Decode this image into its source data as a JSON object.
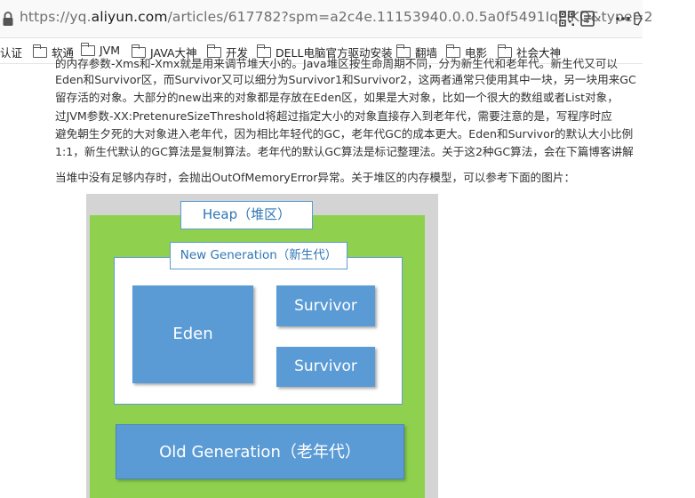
{
  "browser": {
    "url_prefix": "https://yq.",
    "url_domain": "aliyun.com",
    "url_rest": "/articles/617782?spm=a2c4e.11153940.0.0.5a0f5491IqPiKQ&type=2"
  },
  "bookmarks": [
    {
      "label": "认证",
      "folder": false
    },
    {
      "label": "软通",
      "folder": true
    },
    {
      "label": "JVM",
      "folder": true
    },
    {
      "label": "JAVA大神",
      "folder": true
    },
    {
      "label": "开发",
      "folder": true
    },
    {
      "label": "DELL电脑官方驱动安装",
      "folder": true
    },
    {
      "label": "翻墙",
      "folder": true
    },
    {
      "label": "电影",
      "folder": true
    },
    {
      "label": "社会大神",
      "folder": true
    }
  ],
  "article": {
    "lines": [
      "的内存参数-Xms和-Xmx就是用来调节堆大小的。Java堆区按生命周期不同，分为新生代和老年代。新生代又可以",
      "Eden和Survivor区，而Survivor又可以细分为Survivor1和Survivor2，这两者通常只使用其中一块，另一块用来GC",
      "留存活的对象。大部分的new出来的对象都是存放在Eden区，如果是大对象，比如一个很大的数组或者List对象，",
      "过JVM参数-XX:PretenureSizeThreshold将超过指定大小的对象直接存入到老年代，需要注意的是，写程序时应",
      "避免朝生夕死的大对象进入老年代，因为相比年轻代的GC，老年代GC的成本更大。Eden和Survivor的默认大小比例",
      "1:1，新生代默认的GC算法是复制算法。老年代的默认GC算法是标记整理法。关于这2种GC算法，会在下篇博客讲解",
      "当堆中没有足够内存时，会抛出OutOfMemoryError异常。关于堆区的内存模型，可以参考下面的图片："
    ]
  },
  "diagram": {
    "heap": "Heap（堆区）",
    "new_generation": "New Generation（新生代）",
    "eden": "Eden",
    "survivor_1": "Survivor",
    "survivor_2": "Survivor",
    "old_generation": "Old Generation（老年代）"
  },
  "colors": {
    "heap_fill": "#8fd14f",
    "block_fill": "#5b9bd5",
    "label_text": "#2e75b6"
  }
}
